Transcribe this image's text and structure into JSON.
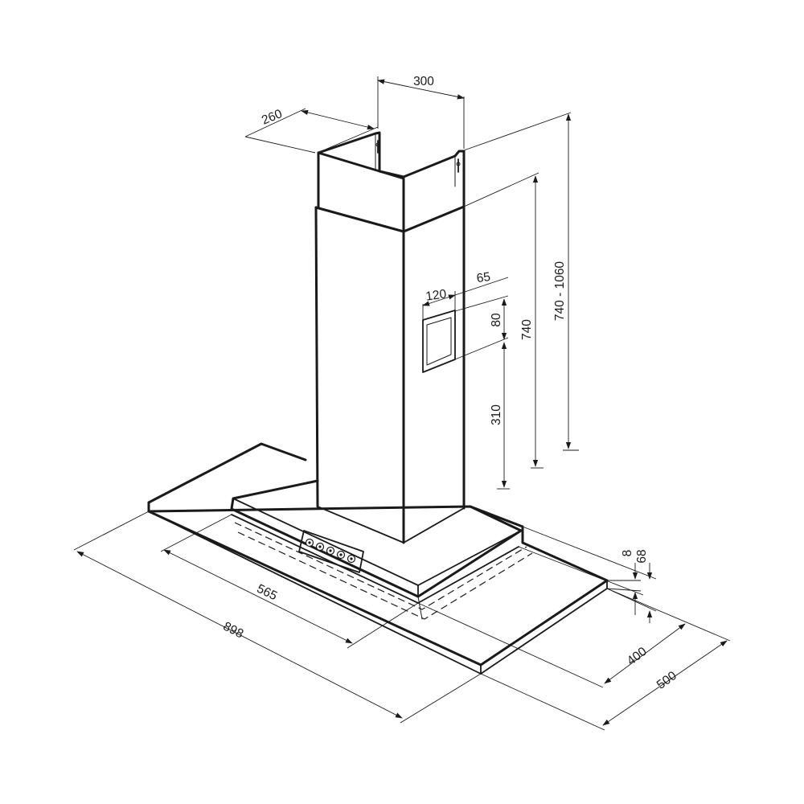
{
  "diagram": {
    "dimensions": {
      "chimney_depth": "260",
      "chimney_width": "300",
      "total_height_range": "740 - 1060",
      "lower_chimney_height": "740",
      "vent_width": "120",
      "vent_offset": "65",
      "vent_height": "80",
      "vent_elevation": "310",
      "canopy_inner_width": "565",
      "canopy_total_width": "898",
      "glass_thickness": "8",
      "canopy_height": "68",
      "canopy_inner_depth": "400",
      "canopy_total_depth": "500"
    },
    "control_panel": {
      "knob_count": 5
    }
  }
}
